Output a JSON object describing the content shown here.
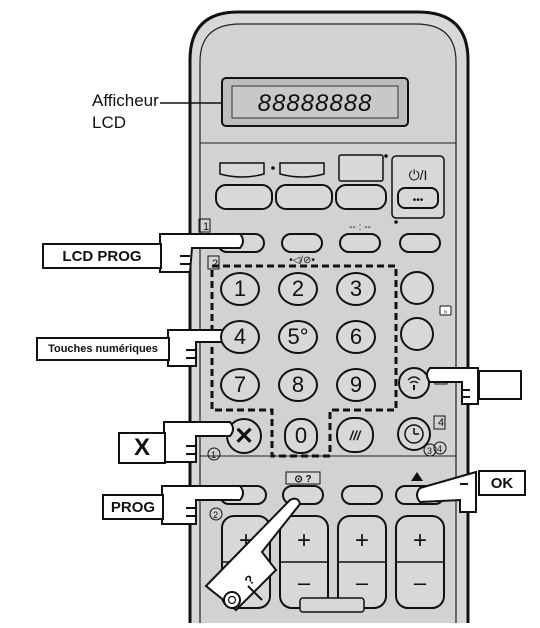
{
  "lcd": {
    "digits": "88888888",
    "label_line1": "Afficheur",
    "label_line2": "LCD"
  },
  "power_symbol": "⏻/I",
  "dots_label": "•••",
  "dash_label": "-- : --",
  "mute_label": "•◁/⊘•",
  "marker_1": "1",
  "marker_2": "2",
  "marker_3": "3",
  "marker_4": "4",
  "marker_4b": "4",
  "marker_c1": "1",
  "marker_c2": "2",
  "marker_c3": "3",
  "numeric_keys": [
    "1",
    "2",
    "3",
    "4",
    "5°",
    "6",
    "7",
    "8",
    "9",
    "0"
  ],
  "callouts": {
    "lcd_prog": "LCD PROG",
    "touches": "Touches numériques",
    "x": "X",
    "prog": "PROG",
    "ok": "OK"
  },
  "timer_label": "⊙ ?",
  "plus": "+",
  "minus": "–",
  "slash_label": "///"
}
